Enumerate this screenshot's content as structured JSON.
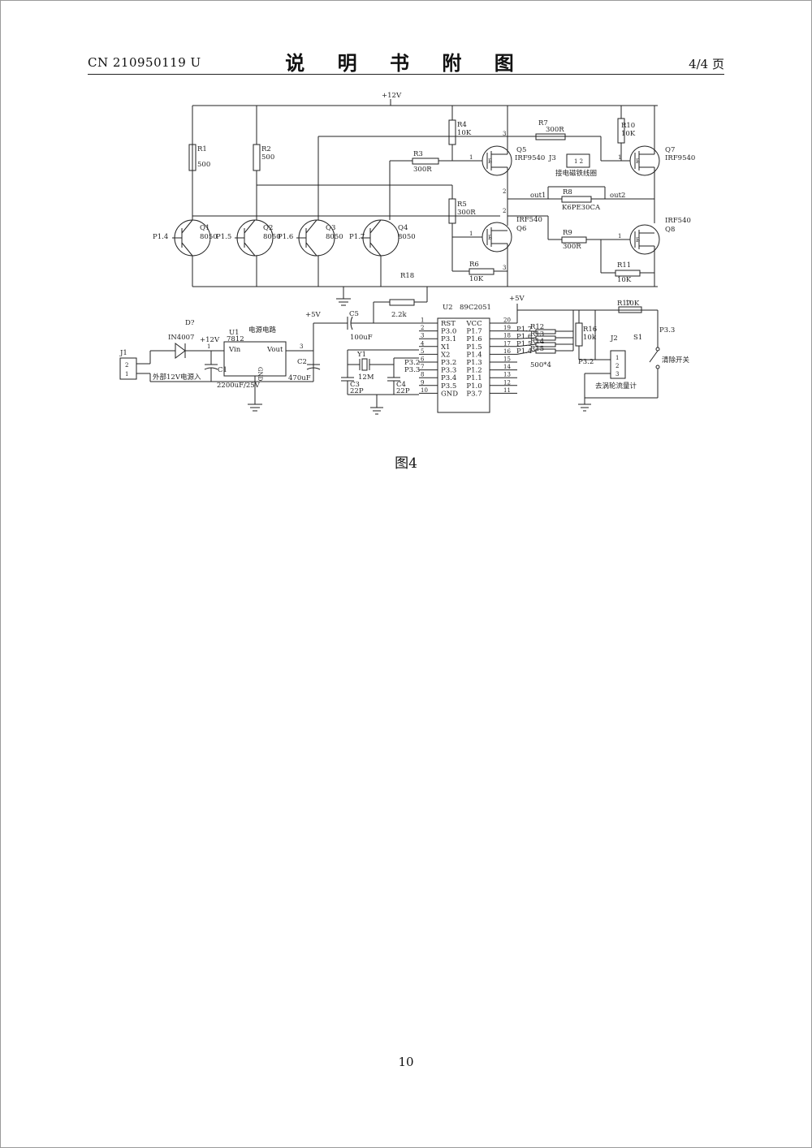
{
  "header": {
    "patent_no": "CN 210950119 U",
    "title": "说 明 书 附 图",
    "page_of": "4/4 页"
  },
  "figure": {
    "caption": "图4",
    "labels": {
      "v12_top": "+12V",
      "r1": "R1",
      "r1v": "500",
      "r2": "R2",
      "r2v": "500",
      "r3": "R3",
      "r3v": "300R",
      "r4": "R4",
      "r4v": "10K",
      "r5": "R5",
      "r5v": "300R",
      "r6": "R6",
      "r6v": "10K",
      "r7": "R7",
      "r7v": "300R",
      "r8": "R8",
      "r8v": "K6PE30CA",
      "r9": "R9",
      "r9v": "300R",
      "r10": "R10",
      "r10v": "10K",
      "r11": "R11",
      "r11v": "10K",
      "r18": "R18",
      "r18v": "2.2k",
      "q1": "Q1",
      "q1v": "8050",
      "q2": "Q2",
      "q2v": "8050",
      "q3": "Q3",
      "q3v": "8050",
      "q4": "Q4",
      "q4v": "8050",
      "q5": "Q5",
      "q5v": "IRF9540",
      "q6": "Q6",
      "q6v": "IRF540",
      "q7": "Q7",
      "q7v": "IRF9540",
      "q8": "Q8",
      "q8v": "IRF540",
      "p14": "P1.4",
      "p15": "P1.5",
      "p16": "P1.6",
      "p17": "P1.7",
      "j3": "J3",
      "coil": "接电磁铁线圈",
      "out1": "out1",
      "out2": "out2",
      "pin1": "1",
      "pin2": "2",
      "pin3": "3",
      "d": "D?",
      "d_part": "IN4007",
      "u1": "U1",
      "u1v": "7812",
      "psu_title": "电源电路",
      "vin": "Vin",
      "gnd": "GND",
      "vout": "Vout",
      "v12b": "+12V",
      "v5a": "+5V",
      "v5b": "+5V",
      "c1": "C1",
      "c1v": "2200uF/25V",
      "c2": "C2",
      "c2v": "470uF",
      "c3": "C3",
      "c3v": "22P",
      "c4": "C4",
      "c4v": "22P",
      "c5": "C5",
      "c5v": "100uF",
      "j1": "J1",
      "ext_power": "外部12V电源入",
      "y1": "Y1",
      "y1v": "12M",
      "u2": "U2",
      "u2v": "89C2051",
      "mcu_left_pins": [
        "1",
        "2",
        "3",
        "4",
        "5",
        "6",
        "7",
        "8",
        "9",
        "10"
      ],
      "mcu_left_names": [
        "RST",
        "P3.0",
        "P3.1",
        "X1",
        "X2",
        "P3.2",
        "P3.3",
        "P3.4",
        "P3.5",
        "GND"
      ],
      "mcu_right_pins": [
        "20",
        "19",
        "18",
        "17",
        "16",
        "15",
        "14",
        "13",
        "12",
        "11"
      ],
      "mcu_right_names": [
        "VCC",
        "P1.7",
        "P1.6",
        "P1.5",
        "P1.4",
        "P1.3",
        "P1.2",
        "P1.1",
        "P1.0",
        "P3.7"
      ],
      "ext_p17": "P1.7",
      "ext_p16": "P1.6",
      "ext_p15": "P1.5",
      "ext_p14": "P1.4",
      "p32": "P3.2",
      "p33": "P3.3",
      "p32b": "P3.2",
      "p33b": "P3.3",
      "r12": "R12",
      "r13": "R13",
      "r14": "R14",
      "r15": "R15",
      "rnet": "500*4",
      "r16": "R16",
      "r16v": "10k",
      "r17": "R17",
      "r17v": "10K",
      "j2": "J2",
      "j2_desc": "去涡轮流量计",
      "s1": "S1",
      "s1_desc": "清除开关"
    }
  },
  "footer": {
    "page_number": "10"
  }
}
